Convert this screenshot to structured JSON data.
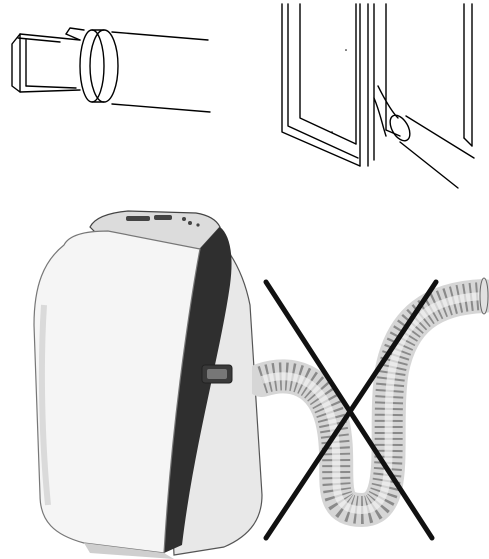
{
  "colors": {
    "background": "#ffffff",
    "line": "#000000",
    "unit_body": "#f4f4f4",
    "unit_shadow": "#c9c9c9",
    "unit_dark_panel": "#2f2f2f",
    "hose_fill": "#e6e6e6",
    "cross": "#111111"
  },
  "figures": [
    {
      "id": "nozzle",
      "icon": "window-nozzle-adapter-icon"
    },
    {
      "id": "window",
      "icon": "sliding-window-with-hose-icon"
    },
    {
      "id": "unit",
      "icon": "portable-air-conditioner-icon"
    },
    {
      "id": "bad_hose",
      "icon": "crossed-out-bent-hose-icon"
    }
  ]
}
